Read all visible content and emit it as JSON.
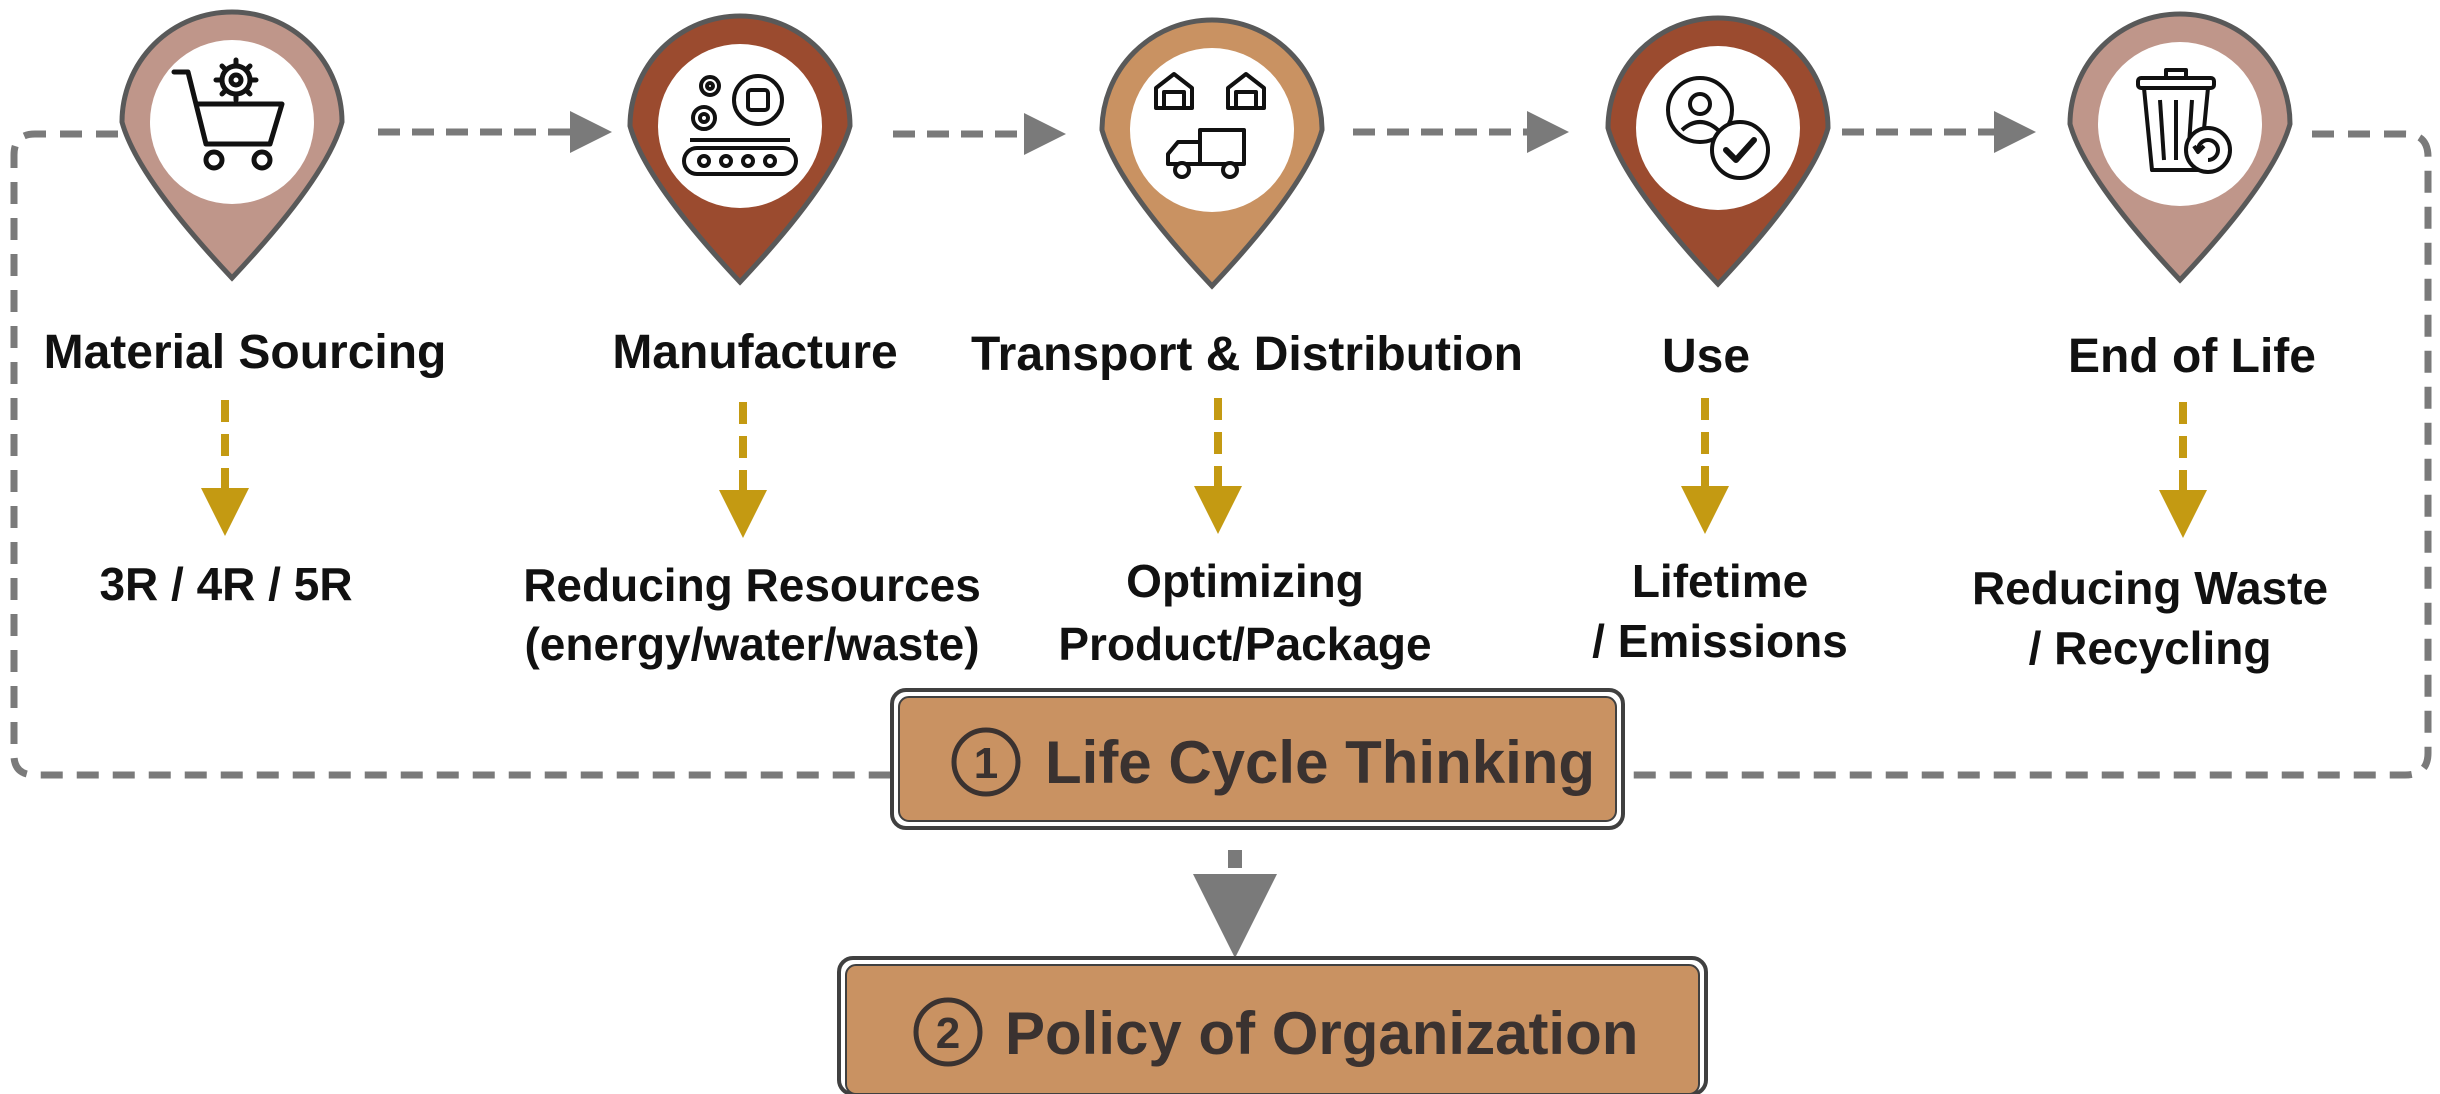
{
  "colors": {
    "pin_light": "#bf968a",
    "pin_dark": "#9b4b2f",
    "pin_tan": "#c99262",
    "pin_outline": "#595959",
    "connector_gray": "#7a7a7a",
    "connector_gold": "#c49a12",
    "box_fill": "#c99262",
    "box_outline": "#404040",
    "text": "#111111"
  },
  "stages": [
    {
      "title": "Material Sourcing",
      "desc": [
        "3R / 4R / 5R"
      ],
      "pin_color": "light",
      "icon": "shopping-cart-gear-icon"
    },
    {
      "title": "Manufacture",
      "desc": [
        "Reducing Resources",
        "(energy/water/waste)"
      ],
      "pin_color": "dark",
      "icon": "factory-conveyor-gears-icon"
    },
    {
      "title": "Transport & Distribution",
      "desc": [
        "Optimizing",
        "Product/Package"
      ],
      "pin_color": "tan",
      "icon": "warehouse-truck-icon"
    },
    {
      "title": "Use",
      "desc": [
        "Lifetime",
        "/ Emissions"
      ],
      "pin_color": "dark",
      "icon": "user-check-icon"
    },
    {
      "title": "End of Life",
      "desc": [
        "Reducing Waste",
        "/ Recycling"
      ],
      "pin_color": "light",
      "icon": "recycle-bin-icon"
    }
  ],
  "boxes": {
    "life_cycle": {
      "number": "1",
      "label": "Life Cycle Thinking"
    },
    "policy": {
      "number": "2",
      "label": "Policy of Organization"
    }
  }
}
